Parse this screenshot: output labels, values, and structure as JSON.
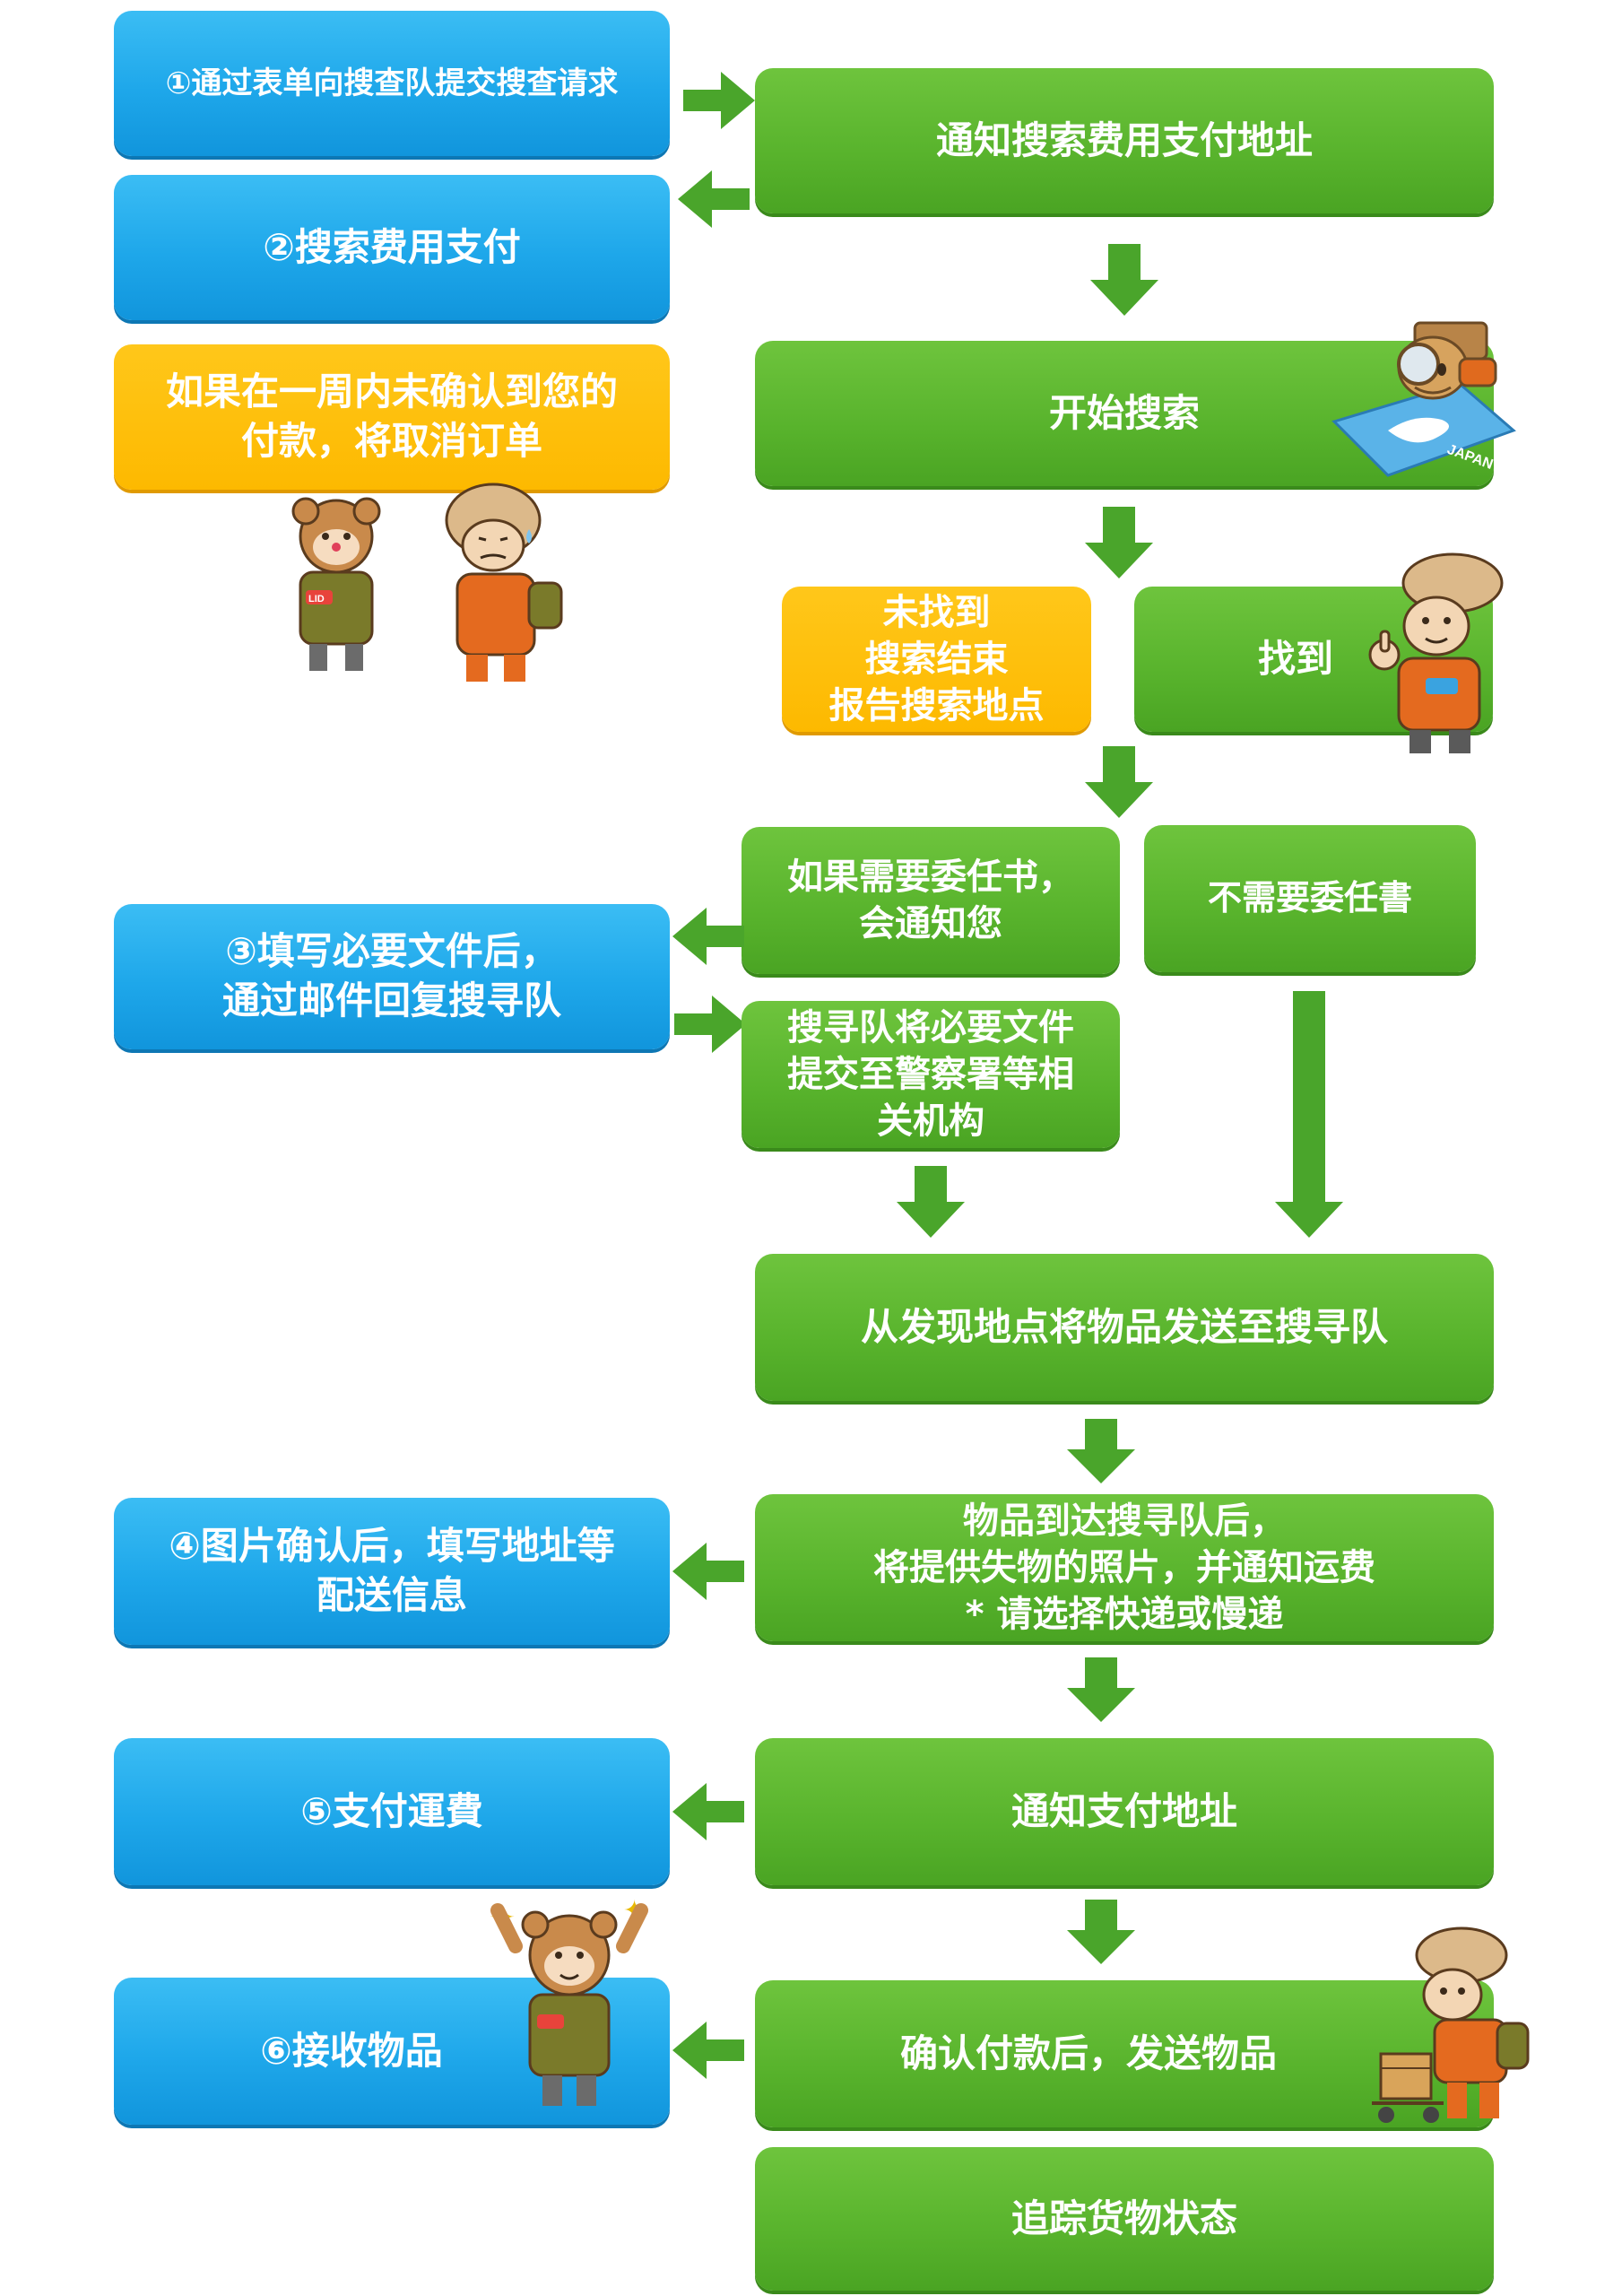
{
  "colors": {
    "blue": "#1ea7ea",
    "green": "#58b32c",
    "yellow": "#fdb900",
    "arrow": "#4aa52b"
  },
  "flow": {
    "step1_request": "①通过表单向搜查队提交搜查请求",
    "notify_search_fee": "通知搜索费用支付地址",
    "step2_pay_fee": "②搜索费用支付",
    "cancel_notice": [
      "如果在一周内未确认到您的",
      "付款，将取消订单"
    ],
    "start_search": "开始搜索",
    "not_found": [
      "未找到",
      "搜索结束",
      "报告搜索地点"
    ],
    "found": "找到",
    "poa_needed": [
      "如果需要委任书，",
      "会通知您"
    ],
    "poa_not_needed": "不需要委任書",
    "step3_docs": [
      "③填写必要文件后，",
      "通过邮件回复搜寻队"
    ],
    "team_submits": [
      "搜寻队将必要文件",
      "提交至警察署等相",
      "关机构"
    ],
    "ship_to_team": "从发现地点将物品发送至搜寻队",
    "item_arrived": [
      "物品到达搜寻队后，",
      "将提供失物的照片，并通知运费",
      "* 请选择快递或慢递"
    ],
    "step4_address": [
      "④图片确认后，填写地址等",
      "配送信息"
    ],
    "notify_payment": "通知支付地址",
    "step5_pay_shipping": "⑤支付運費",
    "send_item": "确认付款后，发送物品",
    "step6_receive": "⑥接收物品",
    "track_status": "追踪货物状态"
  },
  "illustrations": {
    "map_label": "JAPAN",
    "vest_badge": "LID"
  }
}
